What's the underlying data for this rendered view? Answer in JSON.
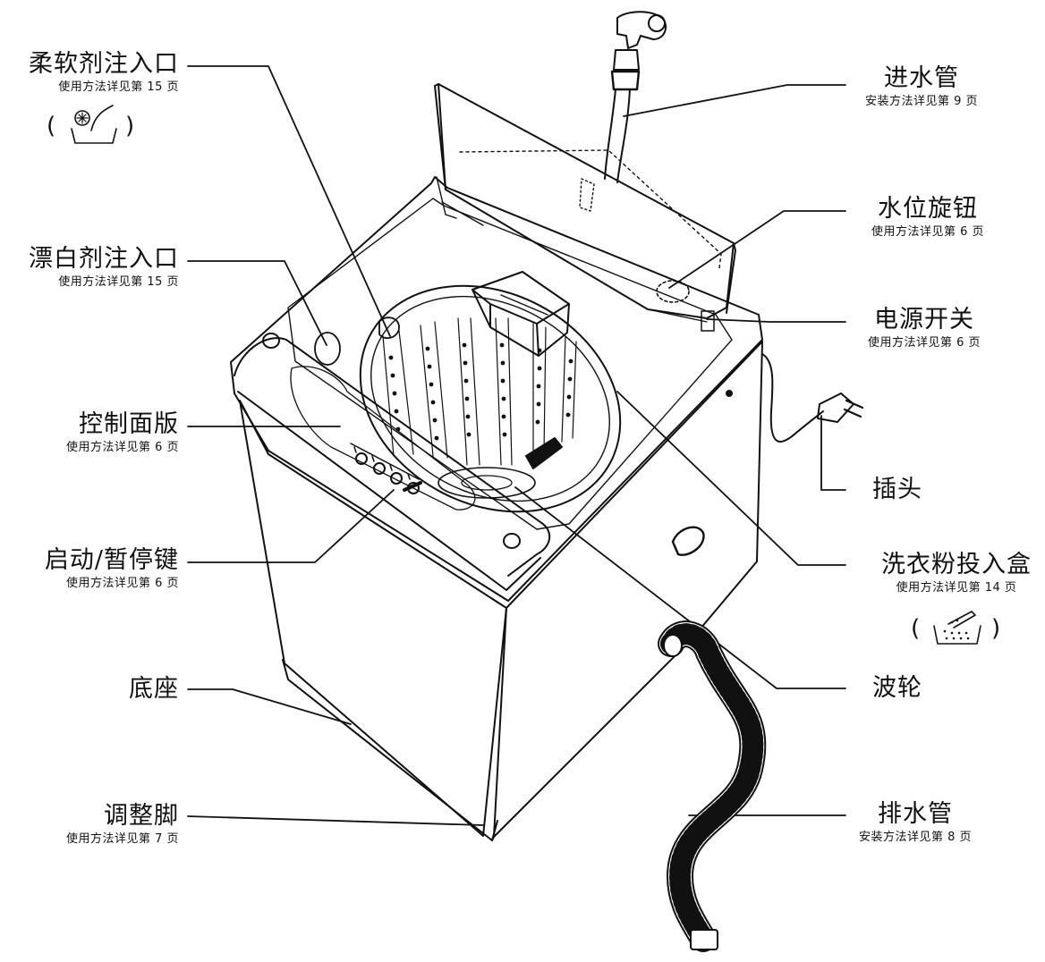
{
  "labels": {
    "softener": {
      "title": "柔软剂注入口",
      "sub": "使用方法详见第 15 页"
    },
    "bleach": {
      "title": "漂白剂注入口",
      "sub": "使用方法详见第 15 页"
    },
    "control_panel": {
      "title": "控制面版",
      "sub": "使用方法详见第 6 页"
    },
    "start_pause": {
      "title": "启动/暂停键",
      "sub": "使用方法详见第 6 页"
    },
    "base": {
      "title": "底座"
    },
    "adjust_feet": {
      "title": "调整脚",
      "sub": "使用方法详见第 7 页"
    },
    "inlet_hose": {
      "title": "进水管",
      "sub": "安装方法详见第 9 页"
    },
    "water_level_knob": {
      "title": "水位旋钮",
      "sub": "使用方法详见第 6 页"
    },
    "power_switch": {
      "title": "电源开关",
      "sub": "使用方法详见第 6 页"
    },
    "plug": {
      "title": "插头"
    },
    "detergent_box": {
      "title": "洗衣粉投入盒",
      "sub": "使用方法详见第 14 页"
    },
    "pulsator": {
      "title": "波轮"
    },
    "drain_hose": {
      "title": "排水管",
      "sub": "安装方法详见第 8 页"
    }
  },
  "symbols": {
    "softener_symbol": {
      "open": "(",
      "close": ")",
      "icon": "softener-symbol-icon"
    },
    "detergent_symbol": {
      "open": "(",
      "close": ")",
      "icon": "detergent-symbol-icon"
    }
  },
  "colors": {
    "ink": "#111111",
    "paper": "#ffffff"
  }
}
